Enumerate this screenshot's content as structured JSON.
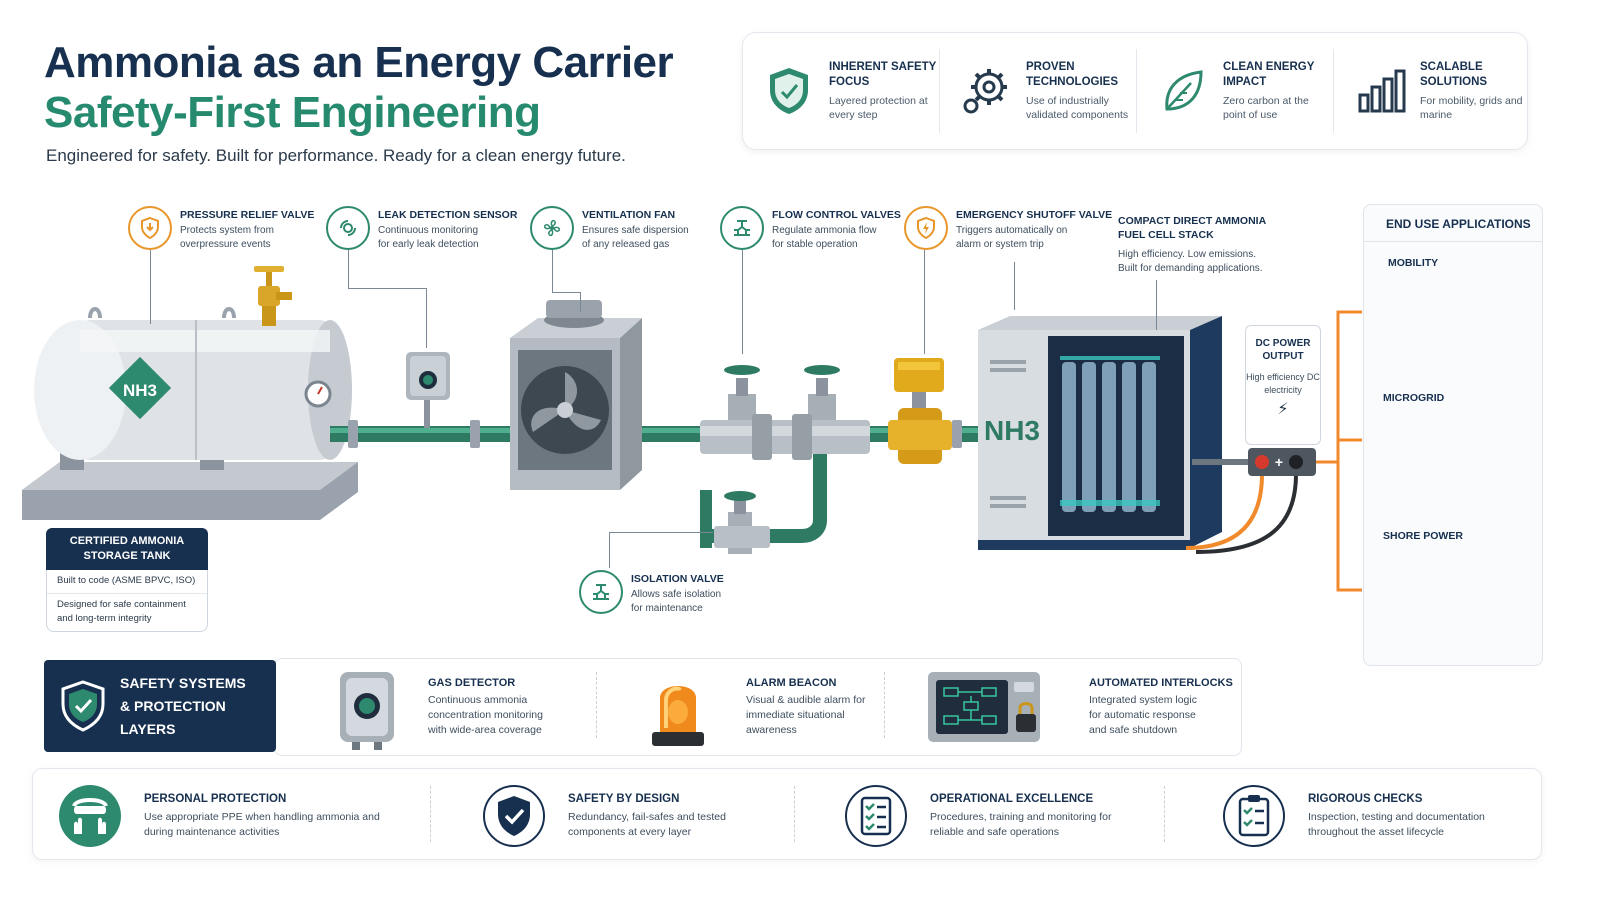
{
  "header": {
    "title": "Ammonia as an Energy Carrier",
    "subtitle": "Safety-First Engineering",
    "tagline": "Engineered for safety. Built for performance. Ready for a clean energy future."
  },
  "features": [
    {
      "heading": "INHERENT SAFETY FOCUS",
      "desc": "Layered protection at every step",
      "icon": "shield-icon"
    },
    {
      "heading": "PROVEN TECHNOLOGIES",
      "desc": "Use of industrially validated components",
      "icon": "gears-icon"
    },
    {
      "heading": "CLEAN ENERGY IMPACT",
      "desc": "Zero carbon at the point of use",
      "icon": "leaf-icon"
    },
    {
      "heading": "SCALABLE SOLUTIONS",
      "desc": "For mobility, grids and marine",
      "icon": "bar-chart-icon"
    }
  ],
  "callouts": {
    "pressure_relief": {
      "heading": "PRESSURE RELIEF VALVE",
      "desc": "Protects system from overpressure events"
    },
    "leak_detection": {
      "heading": "LEAK DETECTION SENSOR",
      "desc": "Continuous monitoring for early leak detection"
    },
    "ventilation": {
      "heading": "VENTILATION FAN",
      "desc": "Ensures safe dispersion of any released gas"
    },
    "flow_control": {
      "heading": "FLOW CONTROL VALVES",
      "desc": "Regulate ammonia flow for stable operation"
    },
    "emergency_shutoff": {
      "heading": "EMERGENCY SHUTOFF VALVE",
      "desc": "Triggers automatically on alarm or system trip"
    },
    "fuel_cell": {
      "heading": "COMPACT DIRECT AMMONIA FUEL CELL STACK",
      "desc": "High efficiency. Low emissions. Built for demanding applications."
    },
    "isolation": {
      "heading": "ISOLATION VALVE",
      "desc": "Allows safe isolation for maintenance"
    }
  },
  "equipment": {
    "tank_label": "NH3",
    "fuel_cell_label": "NH3"
  },
  "storage": {
    "heading": "CERTIFIED AMMONIA STORAGE TANK",
    "line1": "Built to code (ASME BPVC, ISO)",
    "line2": "Designed for safe containment and long-term integrity"
  },
  "dc_output": {
    "heading": "DC POWER OUTPUT",
    "desc": "High efficiency DC electricity"
  },
  "end_use": {
    "heading": "END USE APPLICATIONS",
    "items": [
      "MOBILITY",
      "MICROGRID",
      "SHORE POWER"
    ]
  },
  "safety_systems": {
    "title_line1": "SAFETY SYSTEMS",
    "title_line2": "& PROTECTION LAYERS",
    "items": [
      {
        "heading": "GAS DETECTOR",
        "desc": "Continuous ammonia concentration monitoring with wide-area coverage"
      },
      {
        "heading": "ALARM BEACON",
        "desc": "Visual & audible alarm for immediate situational awareness"
      },
      {
        "heading": "AUTOMATED INTERLOCKS",
        "desc": "Integrated system logic for automatic response and safe shutdown"
      }
    ]
  },
  "principles": [
    {
      "heading": "PERSONAL PROTECTION",
      "desc": "Use appropriate PPE when handling ammonia and during maintenance activities",
      "icon": "ppe-icon"
    },
    {
      "heading": "SAFETY BY DESIGN",
      "desc": "Redundancy, fail-safes and tested components at every layer",
      "icon": "shield-check-icon"
    },
    {
      "heading": "OPERATIONAL EXCELLENCE",
      "desc": "Procedures, training and monitoring for reliable and safe operations",
      "icon": "checklist-icon"
    },
    {
      "heading": "RIGOROUS CHECKS",
      "desc": "Inspection, testing and documentation throughout the asset lifecycle",
      "icon": "clipboard-icon"
    }
  ],
  "colors": {
    "navy": "#17304f",
    "green": "#268a6f",
    "orange": "#e8962a",
    "cable_orange": "#f08a2c"
  }
}
